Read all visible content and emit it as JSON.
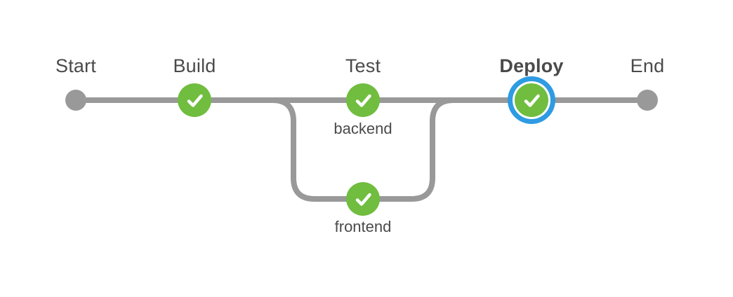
{
  "pipeline": {
    "stages": [
      {
        "id": "start",
        "label": "Start",
        "kind": "endpoint"
      },
      {
        "id": "build",
        "label": "Build",
        "kind": "stage",
        "status": "passed"
      },
      {
        "id": "test",
        "label": "Test",
        "kind": "stage",
        "status": "passed",
        "jobs": [
          "backend",
          "frontend"
        ]
      },
      {
        "id": "deploy",
        "label": "Deploy",
        "kind": "stage",
        "status": "passed",
        "selected": true
      },
      {
        "id": "end",
        "label": "End",
        "kind": "endpoint"
      }
    ],
    "colors": {
      "connector_gray": "#999999",
      "success_green": "#70bd3f",
      "selected_ring_blue": "#2e9be2",
      "check_white": "#ffffff",
      "label_text": "#4a4a4a",
      "background": "#ffffff"
    }
  }
}
